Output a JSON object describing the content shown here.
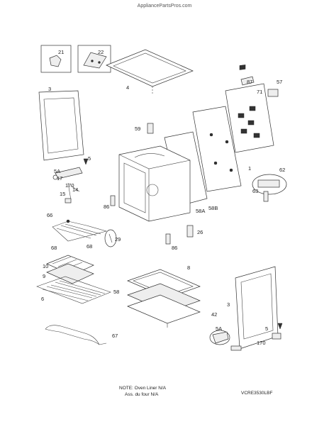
{
  "header": {
    "site": "AppliancePartsPros.com"
  },
  "diagram": {
    "labels": [
      {
        "id": "21",
        "text": "21"
      },
      {
        "id": "22",
        "text": "22"
      },
      {
        "id": "3a",
        "text": "3"
      },
      {
        "id": "4",
        "text": "4"
      },
      {
        "id": "87",
        "text": "87"
      },
      {
        "id": "71",
        "text": "71"
      },
      {
        "id": "57",
        "text": "57"
      },
      {
        "id": "59",
        "text": "59"
      },
      {
        "id": "5a",
        "text": "5"
      },
      {
        "id": "5Aa",
        "text": "5A"
      },
      {
        "id": "17",
        "text": "17"
      },
      {
        "id": "170a",
        "text": "170"
      },
      {
        "id": "14",
        "text": "14"
      },
      {
        "id": "15",
        "text": "15"
      },
      {
        "id": "1",
        "text": "1"
      },
      {
        "id": "62",
        "text": "62"
      },
      {
        "id": "63",
        "text": "63"
      },
      {
        "id": "86a",
        "text": "86"
      },
      {
        "id": "58A",
        "text": "58A"
      },
      {
        "id": "58B",
        "text": "58B"
      },
      {
        "id": "66",
        "text": "66"
      },
      {
        "id": "26",
        "text": "26"
      },
      {
        "id": "29",
        "text": "29"
      },
      {
        "id": "68a",
        "text": "68"
      },
      {
        "id": "68b",
        "text": "68"
      },
      {
        "id": "86b",
        "text": "86"
      },
      {
        "id": "10",
        "text": "10"
      },
      {
        "id": "9",
        "text": "9"
      },
      {
        "id": "6",
        "text": "6"
      },
      {
        "id": "8",
        "text": "8"
      },
      {
        "id": "58",
        "text": "58"
      },
      {
        "id": "42",
        "text": "42"
      },
      {
        "id": "3b",
        "text": "3"
      },
      {
        "id": "67",
        "text": "67"
      },
      {
        "id": "5Ab",
        "text": "5A"
      },
      {
        "id": "5b",
        "text": "5"
      },
      {
        "id": "170b",
        "text": "170"
      }
    ]
  },
  "footer": {
    "note_line1": "NOTE: Oven Liner N/A",
    "note_line2": "Ass. du four N/A",
    "model_code": "VCRE3530LBF"
  }
}
